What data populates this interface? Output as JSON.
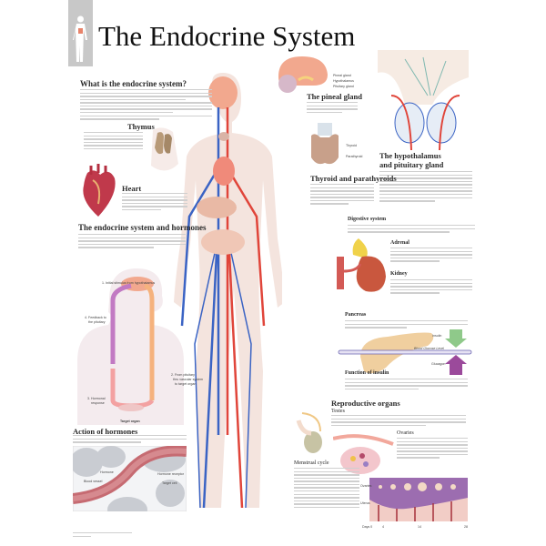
{
  "title": "The Endocrine System",
  "sections": {
    "what_is": "What is the endocrine system?",
    "thymus": "Thymus",
    "heart": "Heart",
    "system_hormones": "The endocrine system and hormones",
    "action": "Action of hormones",
    "pineal": "The pineal gland",
    "thyroid": "Thyroid and parathyroids",
    "hypothalamus_1": "The hypothalamus",
    "hypothalamus_2": "and pituitary gland",
    "digestive": "Digestive system",
    "adrenal": "Adrenal",
    "kidney": "Kidney",
    "pancreas": "Pancreas",
    "insulin_fn": "Function of insulin",
    "reproductive": "Reproductive organs",
    "testes": "Testes",
    "ovaries": "Ovaries",
    "menstrual": "Menstrual cycle"
  },
  "feedback": {
    "step1": "1. Initial stimulus from hypothalamus",
    "step2a": "2. From pituitary",
    "step2b": "thru vascular system",
    "step2c": "to target organ",
    "step3a": "3. Hormonal",
    "step3b": "response",
    "step4a": "4. Feedback to",
    "step4b": "the pituitary",
    "target": "Target organ"
  },
  "cell_labels": {
    "hormone": "Hormone",
    "vessel": "Blood vessel",
    "target": "Target cell",
    "receptor": "Hormone receptor"
  },
  "brain_labels": {
    "pineal": "Pineal gland",
    "hypothalamus": "Hypothalamus",
    "pituitary": "Pituitary gland"
  },
  "thyroid_labels": {
    "thyroid": "Thyroid",
    "parathyroid": "Parathyroid"
  },
  "insulin_chart": {
    "insulin": "Insulin",
    "level": "Blood Glucose Level",
    "glucagon": "Glucagon",
    "insulin_color": "#8fc98a",
    "glucagon_color": "#9b4a9b"
  },
  "cycle": {
    "ovaries": "Ovaries",
    "uterus": "Uterus",
    "days": [
      "Days 0",
      "4",
      "14",
      "28"
    ]
  },
  "colors": {
    "artery": "#e0453a",
    "vein": "#3a63c4",
    "skin": "#f3e3dd",
    "cycle": "#9c6db0"
  }
}
